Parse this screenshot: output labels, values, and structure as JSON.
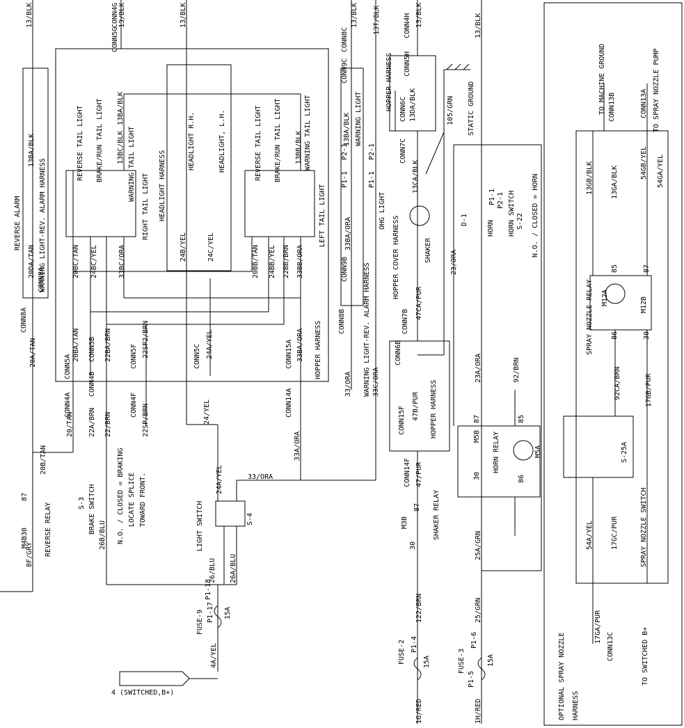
{
  "wires": {
    "w13blk": "13/BLK",
    "w13blk_b": "13/BLK",
    "w13blk_c": "13/BLK",
    "w13blk_d": "13/BLK",
    "w13t": "13T/BLK",
    "w13blk_e": "13/BLK",
    "w20tan": "20/TAN",
    "w20atan": "20A/TAN",
    "w20btan": "20B/TAN",
    "w22brn": "22/BRN",
    "w22abrn": "22A/BRN",
    "w22sp": "22SP/BRN",
    "w24yel": "24/YEL",
    "w24ayel": "24A/YEL",
    "w24ayel_b": "24A/YEL",
    "w26blu": "26/BLU",
    "w26ablu": "26A/BLU",
    "w26bblu": "26B/BLU",
    "w33ora": "33/ORA",
    "w33ora_b": "33/ORA",
    "w33aora": "33A/ORA",
    "w33cora": "33C/ORA",
    "w8fgry": "8F/GRY",
    "w4ayel": "4A/YEL",
    "w122brn": "122/BRN",
    "w25grn": "25/GRN",
    "w25agrn": "25A/GRN",
    "w47pur": "47/PUR",
    "w47bpur": "47B/PUR",
    "w47capur": "47CA/PUR",
    "w23aora": "23A/ORA",
    "w23ora": "23/ORA",
    "w92brn": "92/BRN",
    "w92cabrn": "92CA/BRN",
    "w16red": "1G/RED",
    "w1hred": "1H/RED",
    "w54gayel": "54GA/YEL",
    "w54gbyel": "54GB/YEL",
    "w54ayel": "54A/YEL",
    "w13gbblk": "13GB/BLK",
    "w13gablk": "13GA/BLK",
    "w17gbpur": "17GB/PUR",
    "w17gcpur": "17GC/PUR",
    "w17gapur": "17GA/PUR",
    "w105grn": "105/GRN",
    "w13cablk": "13CA/BLK",
    "w13dablk": "13DA/BLK",
    "w13bablk": "13BA/BLK",
    "w13bablk_b": "13BA/BLK",
    "w13bcblk": "13BC/BLK",
    "w13bbblk": "13BB/BLK",
    "w13ablk": "13BA/BLK",
    "w20datan": "20DA/TAN",
    "w20batan": "20BA/TAN",
    "w20bctan": "20BC/TAN",
    "w20bbtan": "20BB/TAN",
    "w24bcyel": "24BC/YEL",
    "w24bbyel": "24BB/YEL",
    "w24byel": "24B/YEL",
    "w24cyel": "24C/YEL",
    "w22babrn": "22BA/BRN",
    "w22bbbrn": "22BB/BRN",
    "w22sp2": "22SP2/BRN",
    "w33bcora": "33BC/ORA",
    "w33bbora": "33BB/ORA",
    "w33baora": "33BA/ORA",
    "w33baora_b": "33BA/ORA"
  },
  "connectors": {
    "conn8a": "CONN8A",
    "conn8a_b": "CONN8A",
    "conn5a": "CONN5A",
    "conn4a": "CONN4A",
    "conn5b": "CONN5B",
    "conn4b": "CONN4B",
    "conn5f": "CONN5F",
    "conn4f": "CONN4F",
    "conn5c": "CONN5C",
    "conn15a": "CONN15A",
    "conn14a": "CONN14A",
    "conn5g": "CONN5G",
    "conn4g": "CONN4G",
    "conn9c": "CONN9C",
    "conn8c": "CONN8C",
    "conn9b": "CONN9B",
    "conn8b": "CONN8B",
    "conn5h": "CONN5H",
    "conn4h": "CONN4H",
    "conn6c": "CONN6C",
    "conn7c": "CONN7C",
    "conn7b": "CONN7B",
    "conn6b": "CONN6B",
    "conn15f": "CONN15F",
    "conn14f": "CONN14F",
    "conn13b": "CONN13B",
    "conn13a": "CONN13A",
    "conn13c": "CONN13C"
  },
  "components": {
    "reverse_alarm": "REVERSE ALARM",
    "warn_rev_alarm_harness": "WARNING LIGHT-REV. ALARM HARNESS",
    "warn_rev_alarm_harness_b": "WARNING LIGHT-REV. ALARM HARNESS",
    "reverse_tail": "REVERSE TAIL LIGHT",
    "brake_run_tail": "BRAKE/RUN TAIL LIGHT",
    "warning_tail": "WARNING TAIL LIGHT",
    "right_tail": "RIGHT TAIL LIGHT",
    "headlight_harness": "HEADLIGHT HARNESS",
    "headlight_rh": "HEADLIGHT R.H.",
    "headlight_lh": "HEADLIGHT, L.H.",
    "reverse_tail_b": "REVERSE TAIL LIGHT",
    "brake_run_tail_b": "BRAKE/RUN TAIL LIGHT",
    "warning_tail_b": "WARNING TAIL LIGHT",
    "left_tail": "LEFT TAIL LIGHT",
    "hopper_harness": "HOPPER HARNESS",
    "warning_light": "WARNING LIGHT",
    "ohg_light": "OHG LIGHT",
    "hopper_harness_top": "HOPPER HARNESS",
    "hopper_cover_harness": "HOPPER COVER HARNESS",
    "shaker": "SHAKER",
    "hopper_harness_mid": "HOPPER HARNESS",
    "static_ground": "STATIC GROUND",
    "horn": "HORN",
    "horn_switch": "HORN SWITCH",
    "horn_no": "N.O. / CLOSED = HORN",
    "s22": "S-22",
    "d1": "D-1",
    "p11": "P1-1",
    "p21": "P2-1",
    "p11_b": "P1-1",
    "p21_b": "P2-1",
    "p11_c": "P1-1",
    "p21_c": "P2-1",
    "m4b": "M4B",
    "reverse_relay": "REVERSE RELAY",
    "n87": "87",
    "n30": "30",
    "brake_switch": "BRAKE SWITCH",
    "s3": "S-3",
    "brake_no": "N.O. / CLOSED = BRAKING",
    "brake_locate": "LOCATE SPLICE",
    "brake_toward": "TOWARD FRONT.",
    "light_switch": "LIGHT SWITCH",
    "s4": "S-4",
    "fuse9": "FUSE-9",
    "p117": "P1-17",
    "p118": "P1-18",
    "amp15": "15A",
    "switched": "4  (SWITCHED,B+)",
    "m3b": "M3B",
    "shaker_relay": "SHAKER RELAY",
    "n87b": "87",
    "n30b": "30",
    "fuse2": "FUSE-2",
    "p14": "P1-4",
    "amp15b": "15A",
    "fuse3": "FUSE-3",
    "p15": "P1-5",
    "p16": "P1-6",
    "amp15c": "15A",
    "m5b": "M5B",
    "m5a": "M5A",
    "horn_relay": "HORN RELAY",
    "h87": "87",
    "h85": "85",
    "h30": "30",
    "h86": "86",
    "spray_relay": "SPRAY NOZZLE RELAY",
    "m12a": "M12A",
    "m12b": "M12B",
    "s85": "85",
    "s87": "87",
    "s86": "86",
    "s30": "30",
    "spray_switch": "SPRAY NOZZLE SWITCH",
    "s25a": "S-25A",
    "to_ground": "TO MACHINE GROUND",
    "to_pump": "TO SPRAY NOZZLE PUMP",
    "to_switched": "TO SWITCHED B+",
    "optional": "OPTIONAL SPRAY NOZZLE",
    "harness": "HARNESS"
  }
}
